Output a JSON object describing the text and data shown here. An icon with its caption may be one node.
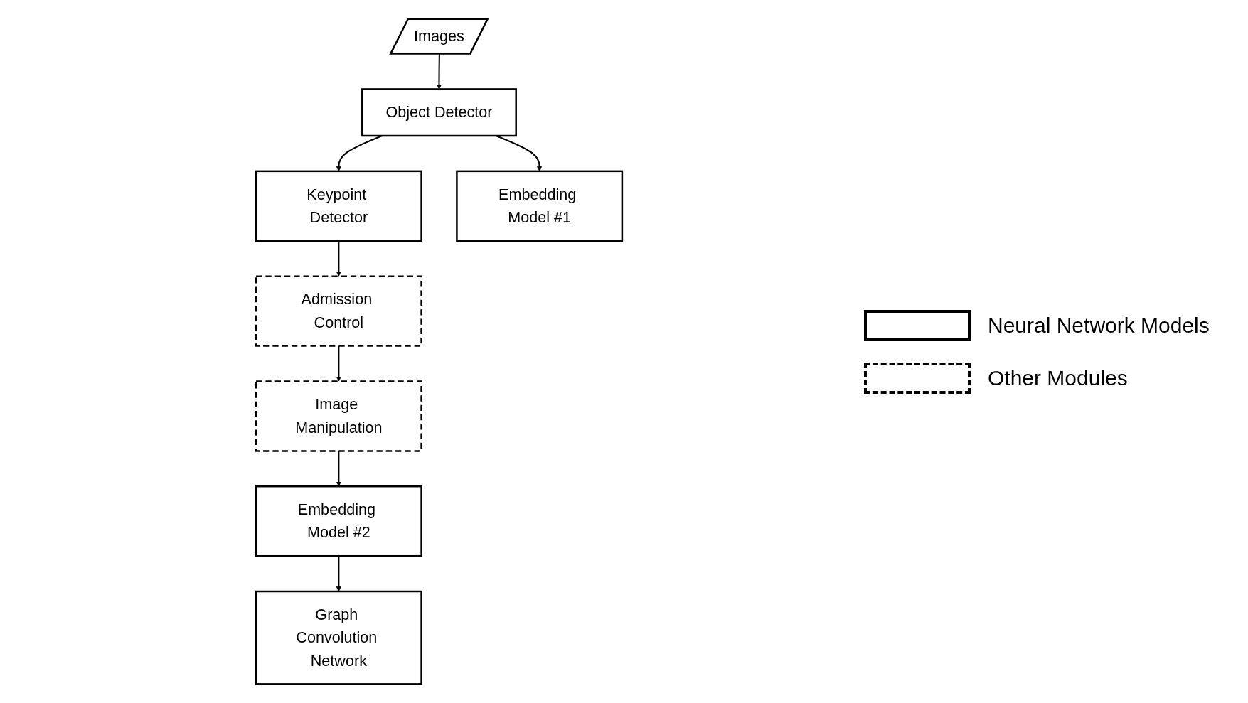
{
  "diagram": {
    "nodes": [
      {
        "text": [
          "Images"
        ]
      },
      {
        "text": [
          "Object Detector"
        ]
      },
      {
        "text": [
          "Keypoint Detector"
        ]
      },
      {
        "text": [
          "Admission Control"
        ]
      },
      {
        "text": [
          "Image Manipulation"
        ]
      },
      {
        "text": [
          "Embedding Model #1"
        ]
      },
      {
        "text": [
          "Graph Convolution Network"
        ]
      },
      {
        "text": [
          "Embedding Model #2"
        ]
      }
    ],
    "edges": [
      {
        "from": 0,
        "to": 1,
        "arrow": "to"
      },
      {
        "from": 1,
        "to": 2,
        "arrow": "to"
      },
      {
        "from": 1,
        "to": 5,
        "arrow": "to"
      },
      {
        "from": 2,
        "to": 3,
        "arrow": "to"
      },
      {
        "from": 3,
        "to": 4,
        "arrow": "to"
      },
      {
        "from": 4,
        "to": 7,
        "arrow": "to"
      },
      {
        "from": 7,
        "to": 6,
        "arrow": "to"
      }
    ],
    "legend": [
      {
        "text": "Neural Network Models"
      },
      {
        "text": "Other Modules"
      }
    ]
  }
}
